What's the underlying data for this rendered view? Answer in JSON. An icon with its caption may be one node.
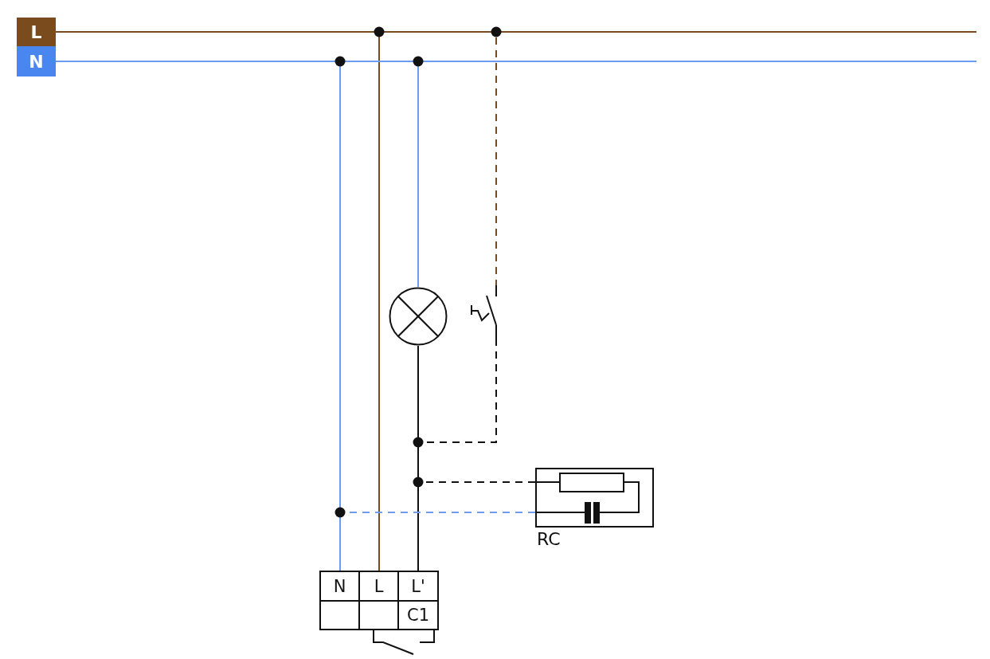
{
  "diagram": {
    "nodes": [
      {
        "text": [
          "L"
        ]
      },
      {
        "text": [
          "N"
        ]
      },
      {
        "text": [],
        "shape": "circle"
      },
      {
        "text": [],
        "shape": "picture"
      },
      {
        "text": [],
        "shape": "box",
        "beside": [
          "RC"
        ]
      },
      {
        "text": [],
        "shape": "box"
      },
      {
        "text": [
          "N"
        ],
        "in": 5
      },
      {
        "text": [
          "L"
        ],
        "in": 5
      },
      {
        "text": [
          "L'"
        ],
        "in": 5
      },
      {
        "text": [
          "C1"
        ],
        "in": 5
      }
    ],
    "edges": [
      {
        "from": 0,
        "to": null,
        "arrow": "none",
        "color": "#7a4b1c"
      },
      {
        "from": 1,
        "to": null,
        "arrow": "none",
        "color": "#6b9cf0"
      },
      {
        "from": 1,
        "to": 6,
        "arrow": "none",
        "color": "#6b9cf0"
      },
      {
        "from": 0,
        "to": 7,
        "arrow": "none",
        "color": "#7a4b1c"
      },
      {
        "from": 1,
        "to": 2,
        "arrow": "none",
        "color": "#6b9cf0"
      },
      {
        "from": 2,
        "to": 8,
        "arrow": "none",
        "color": "#111111"
      },
      {
        "from": 0,
        "to": 3,
        "arrow": "none",
        "style": "dashed",
        "color": "#7a4b1c"
      },
      {
        "from": 3,
        "to": 8,
        "arrow": "none",
        "style": "dashed",
        "color": "#111111"
      },
      {
        "from": 4,
        "to": 8,
        "arrow": "none",
        "style": "dashed",
        "color": "#111111"
      },
      {
        "from": 4,
        "to": 6,
        "arrow": "none",
        "style": "dashed",
        "color": "#6b9cf0"
      }
    ]
  }
}
